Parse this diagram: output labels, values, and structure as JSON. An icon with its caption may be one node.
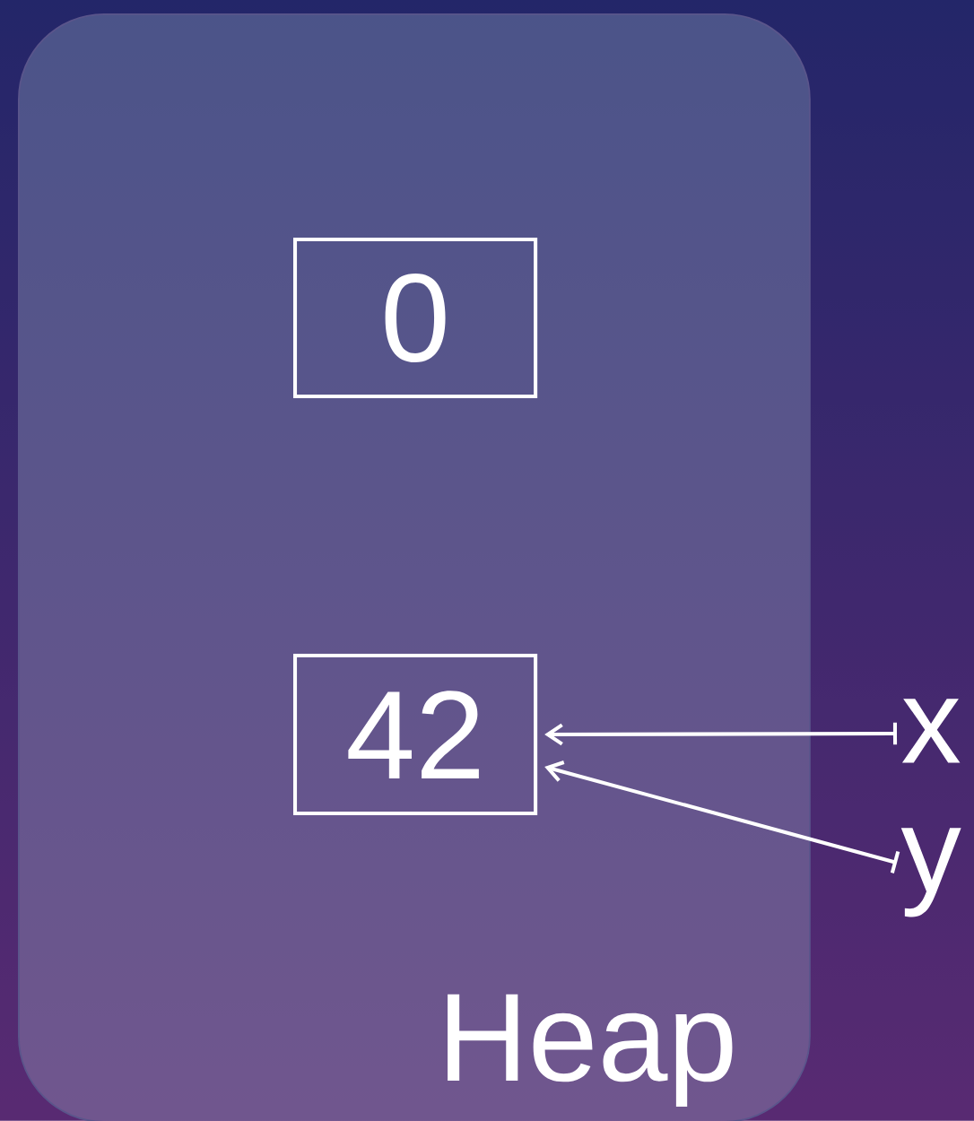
{
  "diagram": {
    "nodes": [
      {
        "text": [
          "Heap"
        ]
      },
      {
        "text": [
          "0"
        ],
        "in": 0
      },
      {
        "text": [
          "42"
        ],
        "in": 0
      },
      {
        "text": [
          "x"
        ]
      },
      {
        "text": [
          "y"
        ]
      }
    ],
    "edges": [
      {
        "from": 3,
        "to": 2,
        "arrow": "to"
      },
      {
        "from": 4,
        "to": 2,
        "arrow": "to"
      }
    ]
  }
}
